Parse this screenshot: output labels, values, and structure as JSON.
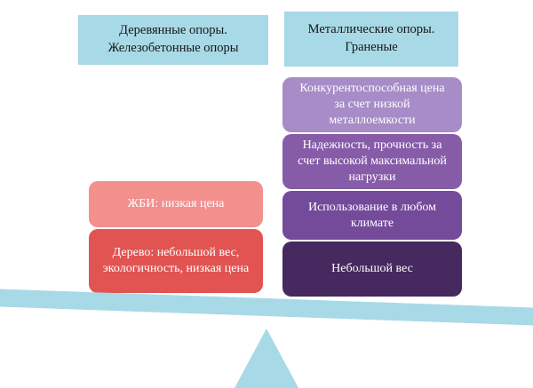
{
  "diagram": {
    "headers": {
      "left": "Деревянные опоры.\nЖелезобетонные опоры",
      "right": "Металлические  опоры.\nГраненые"
    },
    "left_column": {
      "items": [
        {
          "label": "ЖБИ:  низкая цена",
          "color": "#f2908e"
        },
        {
          "label": "Дерево: небольшой вес, экологичность, низкая цена",
          "color": "#e15452"
        }
      ]
    },
    "right_column": {
      "items": [
        {
          "label": "Конкурентоспособная цена за счет низкой металлоемкости",
          "color": "#a78cc7"
        },
        {
          "label": "Надежность, прочность за счет высокой максимальной нагрузки",
          "color": "#865ca8"
        },
        {
          "label": "Использование в любом климате",
          "color": "#744a9a"
        },
        {
          "label": "Небольшой вес",
          "color": "#46295e"
        }
      ]
    },
    "colors": {
      "header_bg": "#a8d9e7",
      "beam": "#a8d9e7",
      "fulcrum": "#a8d9e7"
    }
  }
}
